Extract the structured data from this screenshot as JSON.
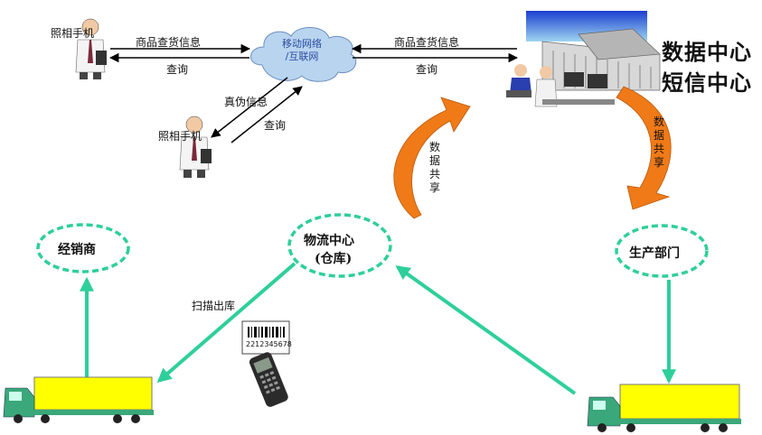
{
  "people": {
    "top_label": "照相手机",
    "bottom_label": "照相手机"
  },
  "cloud": {
    "line1": "移动网络",
    "line2": "/互联网"
  },
  "arrows": {
    "left_top": "商品查货信息",
    "left_bottom": "查询",
    "right_top": "商品查货信息",
    "right_bottom": "查询",
    "diag_top": "真伪信息",
    "diag_bottom": "查询",
    "share_left": "数据共享",
    "share_right": "数据共享",
    "scan_out": "扫描出库"
  },
  "datacenter": {
    "line1": "数据中心",
    "line2": "短信中心"
  },
  "nodes": {
    "dealer": "经销商",
    "logistics_line1": "物流中心",
    "logistics_line2": "(仓库)",
    "production": "生产部门"
  },
  "barcode": {
    "number": "2212345678"
  },
  "colors": {
    "green_arrow": "#2ecf9a",
    "ellipse_dash": "#2ecf9a",
    "orange_arrow": "#f07a18",
    "truck_cargo": "#ffff00",
    "truck_cab": "#3aa87a"
  }
}
